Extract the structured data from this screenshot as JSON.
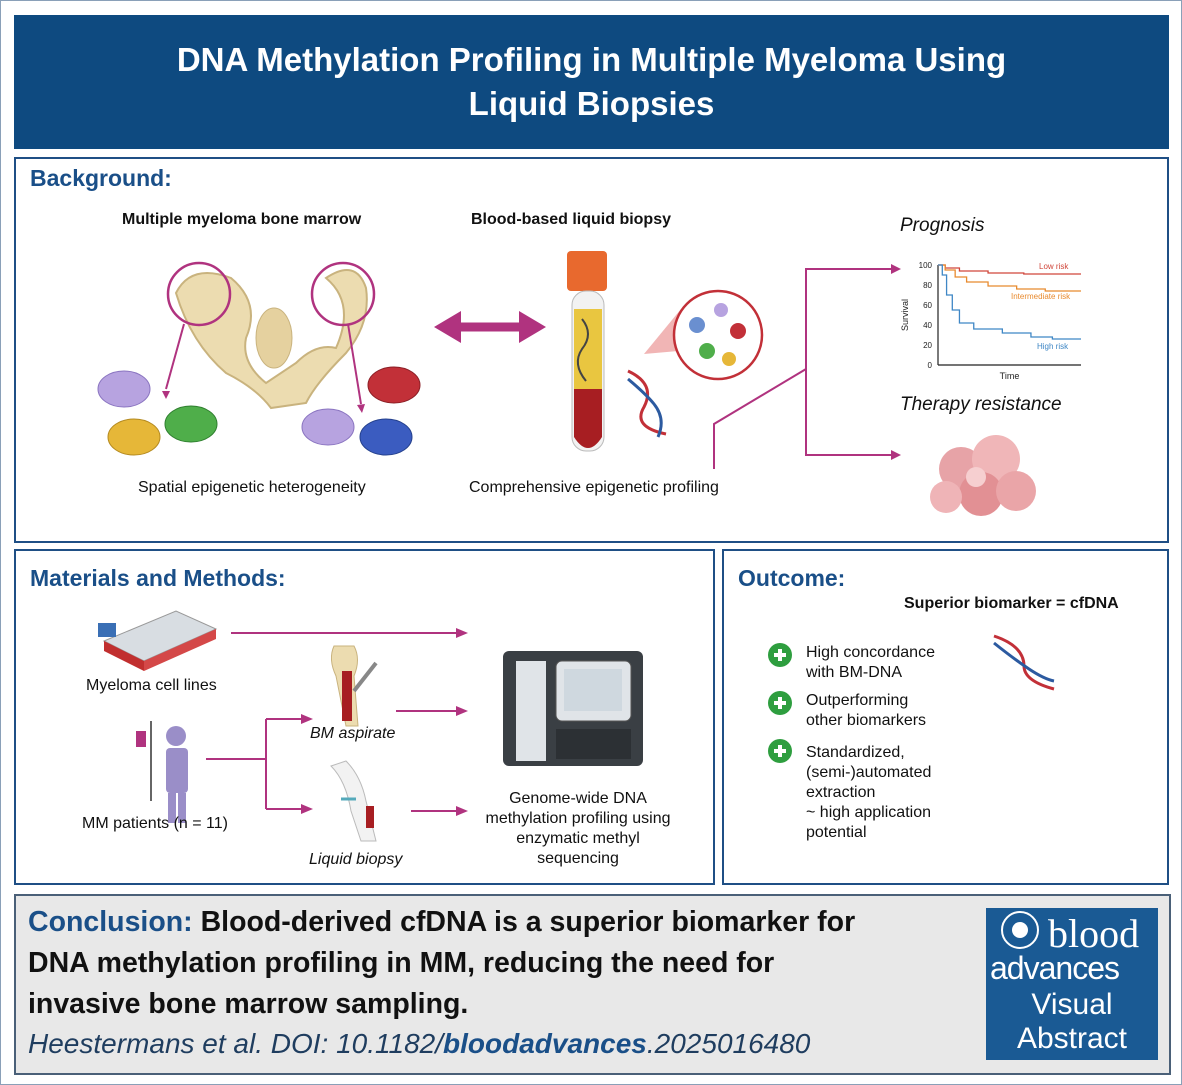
{
  "title": {
    "line1": "DNA Methylation Profiling in Multiple Myeloma Using",
    "line2": "Liquid Biopsies"
  },
  "background": {
    "heading": "Background:",
    "bone_marrow_label": "Multiple myeloma bone marrow",
    "liquid_biopsy_label": "Blood-based liquid biopsy",
    "spatial_label": "Spatial epigenetic heterogeneity",
    "comprehensive_label": "Comprehensive epigenetic profiling",
    "prognosis_label": "Prognosis",
    "therapy_label": "Therapy resistance",
    "chart": {
      "ylabel": "Survival",
      "xlabel": "Time",
      "yticks": [
        "100",
        "80",
        "60",
        "40",
        "20",
        "0"
      ],
      "series_labels": {
        "low": "Low risk",
        "intermediate": "Intermediate risk",
        "high": "High risk"
      },
      "colors": {
        "low": "#d0463a",
        "intermediate": "#e88a2e",
        "high": "#3f87c5"
      }
    }
  },
  "methods": {
    "heading": "Materials and Methods:",
    "cell_lines": "Myeloma cell lines",
    "patients": "MM patients (n = 11)",
    "bm_aspirate": "BM aspirate",
    "liquid_biopsy": "Liquid biopsy",
    "sequencing": [
      "Genome-wide DNA",
      "methylation profiling using",
      "enzymatic methyl",
      "sequencing"
    ]
  },
  "outcome": {
    "heading": "Outcome:",
    "subtitle": "Superior biomarker = cfDNA",
    "items": [
      [
        "High concordance",
        "with BM-DNA"
      ],
      [
        "Outperforming",
        "other biomarkers"
      ],
      [
        "Standardized,",
        "(semi-)automated",
        "extraction",
        "~ high application",
        "potential"
      ]
    ]
  },
  "conclusion": {
    "lead": "Conclusion:",
    "text_line1": "Blood-derived cfDNA is a superior biomarker for",
    "text_line2": "DNA methylation profiling in MM, reducing the need for",
    "text_line3": "invasive bone marrow sampling.",
    "citation_prefix": "Heestermans et al. DOI: 10.1182/",
    "citation_bold": "bloodadvances",
    "citation_suffix": ".2025016480"
  },
  "logo": {
    "word1": "blood",
    "word2": "advances",
    "word3": "Visual",
    "word4": "Abstract"
  },
  "colors": {
    "navy": "#0e4a80",
    "accent_blue": "#1a4f88",
    "magenta": "#b0337f",
    "green": "#2e9e3f"
  }
}
